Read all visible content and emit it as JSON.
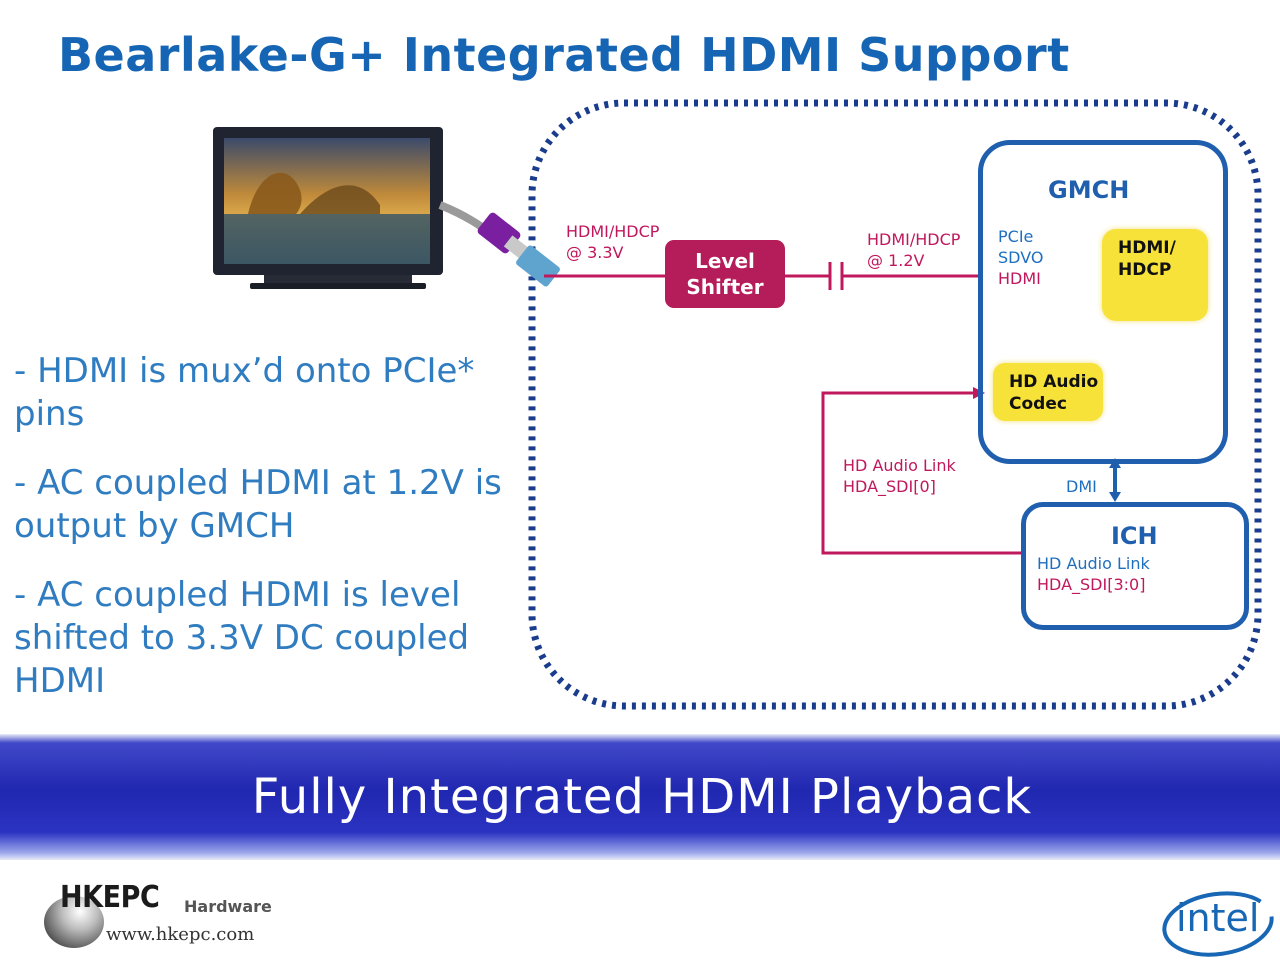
{
  "title": "Bearlake-G+ Integrated HDMI Support",
  "bullets": [
    "- HDMI is mux’d onto PCIe* pins",
    "- AC coupled HDMI at 1.2V is output by GMCH",
    "- AC coupled HDMI is level shifted to 3.3V DC coupled HDMI"
  ],
  "diagram": {
    "conn_label_1": "HDMI/HDCP",
    "conn_label_2": "@ 3.3V",
    "shifter_1": "Level",
    "shifter_2": "Shifter",
    "cap_label_1": "HDMI/HDCP",
    "cap_label_2": "@ 1.2V",
    "gmch_title": "GMCH",
    "gmch_ports": [
      "PCIe",
      "SDVO",
      "HDMI"
    ],
    "hdmi_hdcp_1": "HDMI/",
    "hdmi_hdcp_2": "HDCP",
    "audio_codec_1": "HD Audio",
    "audio_codec_2": "Codec",
    "audio_link_1": "HD Audio Link",
    "audio_link_2": "HDA_SDI[0]",
    "dmi": "DMI",
    "ich_title": "ICH",
    "ich_link_1": "HD Audio Link",
    "ich_link_2": "HDA_SDI[3:0]"
  },
  "banner": "Fully Integrated HDMI Playback",
  "logos": {
    "hkepc": "HKEPC",
    "hkepc_sub": "Hardware",
    "hkepc_url": "www.hkepc.com",
    "intel": "intel"
  },
  "colors": {
    "title": "#1565b4",
    "bullet_text": "#2f7cc1",
    "line_magenta": "#c0185c",
    "box_blue": "#1f5fae",
    "chip_yellow": "#f7e23a",
    "banner_blue": "#2027b0"
  }
}
